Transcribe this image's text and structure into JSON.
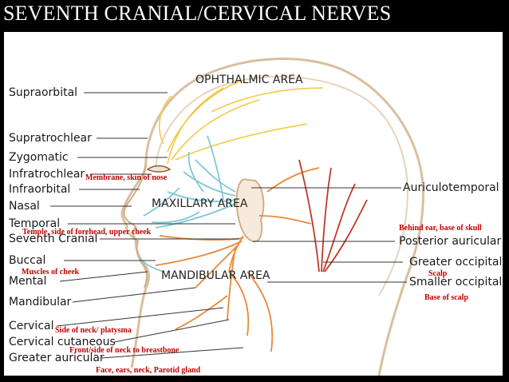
{
  "title": "SEVENTH CRANIAL/CERVICAL NERVES",
  "areas": {
    "ophthalmic": "OPHTHALMIC AREA",
    "maxillary": "MAXILLARY AREA",
    "mandibular": "MANDIBULAR AREA"
  },
  "left_labels": [
    "Supraorbital",
    "Supratrochlear",
    "Zygomatic",
    "Infratrochlear",
    "Infraorbital",
    "Nasal",
    "Temporal",
    "Seventh Cranial",
    "Buccal",
    "Mental",
    "Mandibular",
    "Cervical",
    "Cervical cutaneous",
    "Greater auricular"
  ],
  "right_labels": [
    "Auriculotemporal",
    "Posterior auricular",
    "Greater occipital",
    "Smaller occipital"
  ],
  "annotations": {
    "membrane": "Membrane, skin of nose",
    "temple": "Temple, side of forehead, upper cheek",
    "muscles": "Muscles of cheek",
    "neck": "Side of neck/ platysma",
    "front_neck": "Front/side of neck to breastbone",
    "face": "Face, ears, neck, Parotid gland",
    "behind_ear": "Behind ear, base of skull",
    "scalp": "Scalp",
    "base_scalp": "Base of scalp"
  },
  "colors": {
    "annotation": "#c00000",
    "ophthalmic_nerve": "#f2c94c",
    "maxillary_nerve": "#7ec8d8",
    "cervical_nerve": "#e8893a",
    "occipital_nerve": "#c0392b",
    "skin": "#e3c9a8"
  }
}
